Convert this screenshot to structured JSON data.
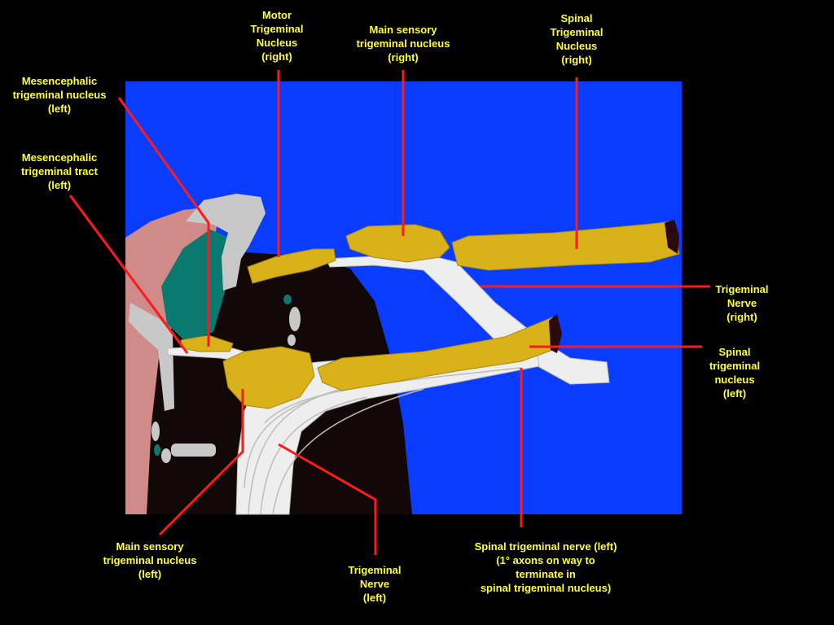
{
  "colors": {
    "background": "#000000",
    "scene_background": "#0a3cff",
    "label_text": "#ffff33",
    "leader_line": "#ff1a1a",
    "nucleus": "#d9b21a",
    "nerve_fibers": "#eeeeee",
    "brainstem_section": "#120808",
    "pink_tissue": "#d08a88",
    "teal_tissue": "#0a7a70"
  },
  "labels": {
    "motor_nucleus_right": "Motor\nTrigeminal\nNucleus\n(right)",
    "main_sensory_right": "Main sensory\ntrigeminal nucleus\n(right)",
    "spinal_nucleus_right": "Spinal\nTrigeminal\nNucleus\n(right)",
    "mesencephalic_nucleus_left": "Mesencephalic\ntrigeminal nucleus\n(left)",
    "mesencephalic_tract_left": "Mesencephalic\ntrigeminal tract\n(left)",
    "trigeminal_nerve_right": "Trigeminal\nNerve\n(right)",
    "spinal_nucleus_left": "Spinal\ntrigeminal\nnucleus\n(left)",
    "main_sensory_left": "Main sensory\ntrigeminal nucleus\n(left)",
    "trigeminal_nerve_left": "Trigeminal\nNerve\n(left)",
    "spinal_nerve_left": "Spinal trigeminal nerve (left)\n(1° axons on way to\nterminate in\nspinal trigeminal nucleus)"
  }
}
